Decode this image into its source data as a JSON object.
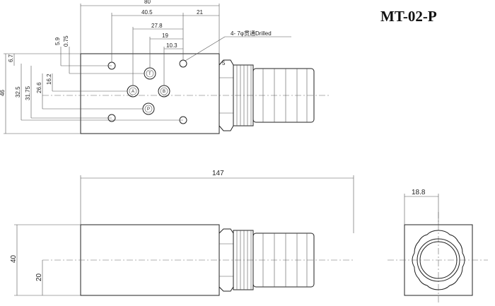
{
  "title": "MT-02-P",
  "hole_note": "4-  7φ贯通Drilled",
  "ports": [
    "P",
    "T",
    "A",
    "B"
  ],
  "dims": {
    "top_80": "80",
    "top_40_5": "40.5",
    "top_21": "21",
    "top_27_8": "27.8",
    "top_19": "19",
    "top_10_3": "10.3",
    "top_5_9": "5.9",
    "top_0_75": "0.75",
    "left_6_7": "6.7",
    "left_46": "46",
    "left_32_5": "32.5",
    "left_31_75": "31.75",
    "left_26_6": "26.6",
    "left_16_2": "16.2",
    "nut_5": "5",
    "front_147": "147",
    "front_40": "40",
    "front_20": "20",
    "side_18_8": "18.8"
  },
  "colors": {
    "line": "#222222",
    "background": "#ffffff"
  }
}
